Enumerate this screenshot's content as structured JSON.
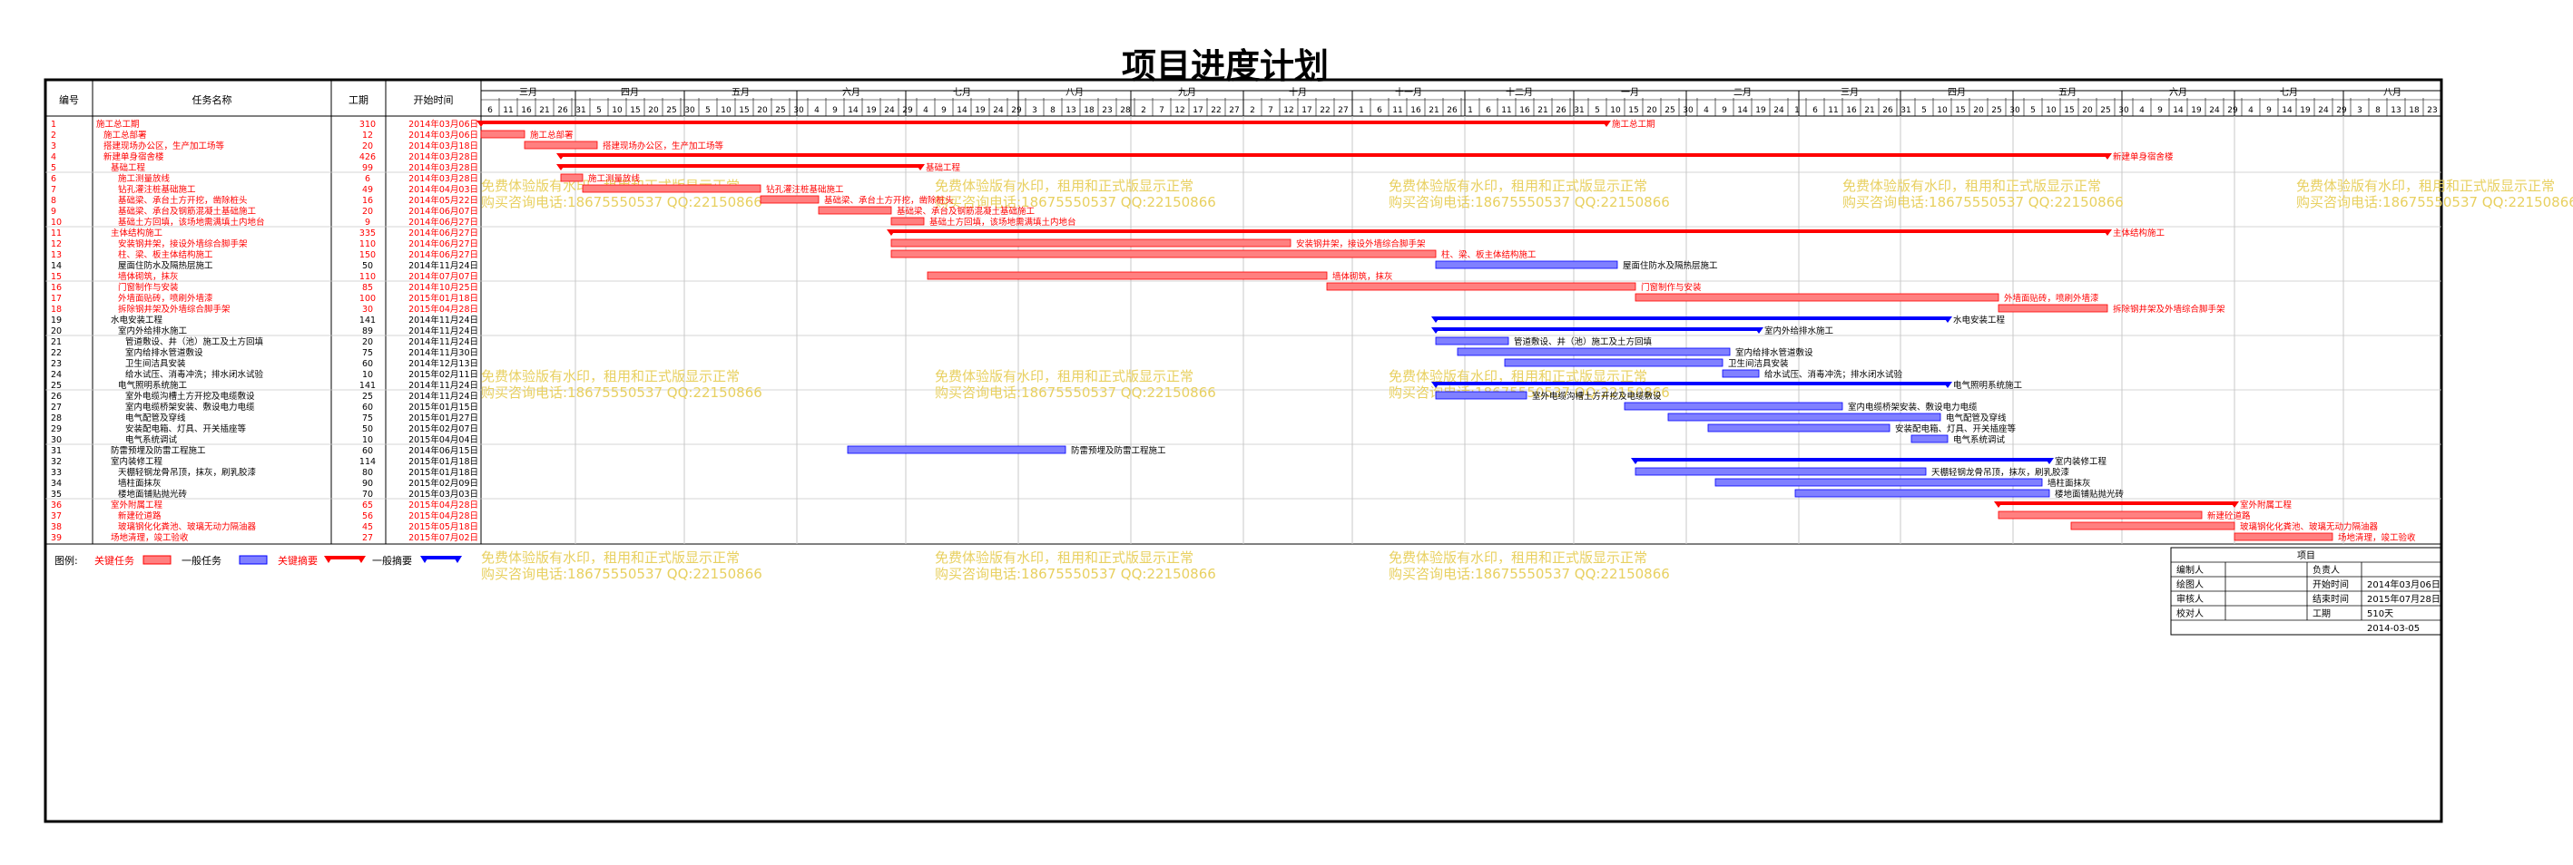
{
  "title": "项目进度计划",
  "watermark": {
    "line1": "免费体验版有水印，租用和正式版显示正常",
    "line2": "购买咨询电话:18675550537 QQ:22150866"
  },
  "headers": {
    "id": "编号",
    "name": "任务名称",
    "duration": "工期",
    "start": "开始时间"
  },
  "timeline": {
    "months": [
      "三月",
      "四月",
      "五月",
      "六月",
      "七月",
      "八月",
      "九月",
      "十月",
      "十一月",
      "十二月",
      "一月",
      "二月",
      "三月",
      "四月",
      "五月",
      "六月",
      "七月",
      "八月"
    ],
    "days": [
      "6",
      "11",
      "16",
      "21",
      "26",
      "31",
      "5",
      "10",
      "15",
      "20",
      "25",
      "30",
      "5",
      "10",
      "15",
      "20",
      "25",
      "30",
      "4",
      "9",
      "14",
      "19",
      "24",
      "29",
      "4",
      "9",
      "14",
      "19",
      "24",
      "29",
      "3",
      "8",
      "13",
      "18",
      "23",
      "28",
      "2",
      "7",
      "12",
      "17",
      "22",
      "27",
      "2",
      "7",
      "12",
      "17",
      "22",
      "27",
      "1",
      "6",
      "11",
      "16",
      "21",
      "26",
      "1",
      "6",
      "11",
      "16",
      "21",
      "26",
      "31",
      "5",
      "10",
      "15",
      "20",
      "25",
      "30",
      "4",
      "9",
      "14",
      "19",
      "24",
      "1",
      "6",
      "11",
      "16",
      "21",
      "26",
      "31",
      "5",
      "10",
      "15",
      "20",
      "25",
      "30",
      "5",
      "10",
      "15",
      "20",
      "25",
      "30",
      "4",
      "9",
      "14",
      "19",
      "24",
      "29",
      "4",
      "9",
      "14",
      "19",
      "24",
      "29",
      "3",
      "8",
      "13",
      "18",
      "23"
    ]
  },
  "colors": {
    "critical": "#ff0000",
    "critical_fill": "#ff8080",
    "normal": "#0000ff",
    "normal_fill": "#8080ff"
  },
  "chart_data": {
    "type": "gantt",
    "start_date": "2014-03-06",
    "tasks": [
      {
        "id": "1",
        "name": "施工总工期",
        "duration": "310",
        "start": "2014年03月06日",
        "level": 0,
        "kind": "summary",
        "critical": true,
        "s": 0,
        "d": 310
      },
      {
        "id": "2",
        "name": "施工总部署",
        "duration": "12",
        "start": "2014年03月06日",
        "level": 1,
        "kind": "task",
        "critical": true,
        "s": 0,
        "d": 12
      },
      {
        "id": "3",
        "name": "搭建现场办公区，生产加工场等",
        "duration": "20",
        "start": "2014年03月18日",
        "level": 1,
        "kind": "task",
        "critical": true,
        "s": 12,
        "d": 20
      },
      {
        "id": "4",
        "name": "新建单身宿舍楼",
        "duration": "426",
        "start": "2014年03月28日",
        "level": 1,
        "kind": "summary",
        "critical": true,
        "s": 22,
        "d": 426
      },
      {
        "id": "5",
        "name": "基础工程",
        "duration": "99",
        "start": "2014年03月28日",
        "level": 2,
        "kind": "summary",
        "critical": true,
        "s": 22,
        "d": 99
      },
      {
        "id": "6",
        "name": "施工测量放线",
        "duration": "6",
        "start": "2014年03月28日",
        "level": 3,
        "kind": "task",
        "critical": true,
        "s": 22,
        "d": 6
      },
      {
        "id": "7",
        "name": "钻孔灌注桩基础施工",
        "duration": "49",
        "start": "2014年04月03日",
        "level": 3,
        "kind": "task",
        "critical": true,
        "s": 28,
        "d": 49
      },
      {
        "id": "8",
        "name": "基础梁、承台土方开挖，凿除桩头",
        "duration": "16",
        "start": "2014年05月22日",
        "level": 3,
        "kind": "task",
        "critical": true,
        "s": 77,
        "d": 16
      },
      {
        "id": "9",
        "name": "基础梁、承台及钢筋混凝土基础施工",
        "duration": "20",
        "start": "2014年06月07日",
        "level": 3,
        "kind": "task",
        "critical": true,
        "s": 93,
        "d": 20
      },
      {
        "id": "10",
        "name": "基础土方回填，该场地需满填土内地台",
        "duration": "9",
        "start": "2014年06月27日",
        "level": 3,
        "kind": "task",
        "critical": true,
        "s": 113,
        "d": 9
      },
      {
        "id": "11",
        "name": "主体结构施工",
        "duration": "335",
        "start": "2014年06月27日",
        "level": 2,
        "kind": "summary",
        "critical": true,
        "s": 113,
        "d": 335
      },
      {
        "id": "12",
        "name": "安装钢井架，接设外墙综合脚手架",
        "duration": "110",
        "start": "2014年06月27日",
        "level": 3,
        "kind": "task",
        "critical": true,
        "s": 113,
        "d": 110
      },
      {
        "id": "13",
        "name": "柱、梁、板主体结构施工",
        "duration": "150",
        "start": "2014年06月27日",
        "level": 3,
        "kind": "task",
        "critical": true,
        "s": 113,
        "d": 150
      },
      {
        "id": "14",
        "name": "屋面住防水及隔热层施工",
        "duration": "50",
        "start": "2014年11月24日",
        "level": 3,
        "kind": "task",
        "critical": false,
        "s": 263,
        "d": 50
      },
      {
        "id": "15",
        "name": "墙体砌筑，抹灰",
        "duration": "110",
        "start": "2014年07月07日",
        "level": 3,
        "kind": "task",
        "critical": true,
        "s": 123,
        "d": 110
      },
      {
        "id": "16",
        "name": "门窗制作与安装",
        "duration": "85",
        "start": "2014年10月25日",
        "level": 3,
        "kind": "task",
        "critical": true,
        "s": 233,
        "d": 85
      },
      {
        "id": "17",
        "name": "外墙面贴砖，喷刷外墙漆",
        "duration": "100",
        "start": "2015年01月18日",
        "level": 3,
        "kind": "task",
        "critical": true,
        "s": 318,
        "d": 100
      },
      {
        "id": "18",
        "name": "拆除钢井架及外墙综合脚手架",
        "duration": "30",
        "start": "2015年04月28日",
        "level": 3,
        "kind": "task",
        "critical": true,
        "s": 418,
        "d": 30
      },
      {
        "id": "19",
        "name": "水电安装工程",
        "duration": "141",
        "start": "2014年11月24日",
        "level": 2,
        "kind": "summary",
        "critical": false,
        "s": 263,
        "d": 141
      },
      {
        "id": "20",
        "name": "室内外给排水施工",
        "duration": "89",
        "start": "2014年11月24日",
        "level": 3,
        "kind": "summary",
        "critical": false,
        "s": 263,
        "d": 89
      },
      {
        "id": "21",
        "name": "管道敷设、井（池）施工及土方回填",
        "duration": "20",
        "start": "2014年11月24日",
        "level": 4,
        "kind": "task",
        "critical": false,
        "s": 263,
        "d": 20
      },
      {
        "id": "22",
        "name": "室内给排水管道敷设",
        "duration": "75",
        "start": "2014年11月30日",
        "level": 4,
        "kind": "task",
        "critical": false,
        "s": 269,
        "d": 75
      },
      {
        "id": "23",
        "name": "卫生间洁具安装",
        "duration": "60",
        "start": "2014年12月13日",
        "level": 4,
        "kind": "task",
        "critical": false,
        "s": 282,
        "d": 60
      },
      {
        "id": "24",
        "name": "给水试压、消毒冲洗；排水闭水试验",
        "duration": "10",
        "start": "2015年02月11日",
        "level": 4,
        "kind": "task",
        "critical": false,
        "s": 342,
        "d": 10
      },
      {
        "id": "25",
        "name": "电气照明系统施工",
        "duration": "141",
        "start": "2014年11月24日",
        "level": 3,
        "kind": "summary",
        "critical": false,
        "s": 263,
        "d": 141
      },
      {
        "id": "26",
        "name": "室外电缆沟槽土方开挖及电缆敷设",
        "duration": "25",
        "start": "2014年11月24日",
        "level": 4,
        "kind": "task",
        "critical": false,
        "s": 263,
        "d": 25
      },
      {
        "id": "27",
        "name": "室内电缆桥架安装、敷设电力电缆",
        "duration": "60",
        "start": "2015年01月15日",
        "level": 4,
        "kind": "task",
        "critical": false,
        "s": 315,
        "d": 60
      },
      {
        "id": "28",
        "name": "电气配管及穿线",
        "duration": "75",
        "start": "2015年01月27日",
        "level": 4,
        "kind": "task",
        "critical": false,
        "s": 327,
        "d": 75
      },
      {
        "id": "29",
        "name": "安装配电箱、灯具、开关插座等",
        "duration": "50",
        "start": "2015年02月07日",
        "level": 4,
        "kind": "task",
        "critical": false,
        "s": 338,
        "d": 50
      },
      {
        "id": "30",
        "name": "电气系统调试",
        "duration": "10",
        "start": "2015年04月04日",
        "level": 4,
        "kind": "task",
        "critical": false,
        "s": 394,
        "d": 10
      },
      {
        "id": "31",
        "name": "防雷预埋及防雷工程施工",
        "duration": "60",
        "start": "2014年06月15日",
        "level": 2,
        "kind": "task",
        "critical": false,
        "s": 101,
        "d": 60
      },
      {
        "id": "32",
        "name": "室内装修工程",
        "duration": "114",
        "start": "2015年01月18日",
        "level": 2,
        "kind": "summary",
        "critical": false,
        "s": 318,
        "d": 114
      },
      {
        "id": "33",
        "name": "天棚轻钢龙骨吊顶，抹灰，刷乳胶漆",
        "duration": "80",
        "start": "2015年01月18日",
        "level": 3,
        "kind": "task",
        "critical": false,
        "s": 318,
        "d": 80
      },
      {
        "id": "34",
        "name": "墙柱面抹灰",
        "duration": "90",
        "start": "2015年02月09日",
        "level": 3,
        "kind": "task",
        "critical": false,
        "s": 340,
        "d": 90
      },
      {
        "id": "35",
        "name": "楼地面铺贴抛光砖",
        "duration": "70",
        "start": "2015年03月03日",
        "level": 3,
        "kind": "task",
        "critical": false,
        "s": 362,
        "d": 70
      },
      {
        "id": "36",
        "name": "室外附属工程",
        "duration": "65",
        "start": "2015年04月28日",
        "level": 2,
        "kind": "summary",
        "critical": true,
        "s": 418,
        "d": 65
      },
      {
        "id": "37",
        "name": "新建砼道路",
        "duration": "56",
        "start": "2015年04月28日",
        "level": 3,
        "kind": "task",
        "critical": true,
        "s": 418,
        "d": 56
      },
      {
        "id": "38",
        "name": "玻璃钢化化粪池、玻璃无动力隔油器",
        "duration": "45",
        "start": "2015年05月18日",
        "level": 3,
        "kind": "task",
        "critical": true,
        "s": 438,
        "d": 45
      },
      {
        "id": "39",
        "name": "场地清理，竣工验收",
        "duration": "27",
        "start": "2015年07月02日",
        "level": 2,
        "kind": "task",
        "critical": true,
        "s": 483,
        "d": 27
      }
    ]
  },
  "legend": {
    "label": "图例:",
    "critical_task": "关键任务",
    "normal_task": "一般任务",
    "critical_summary": "关键摘要",
    "normal_summary": "一般摘要"
  },
  "info": {
    "heading": "项目",
    "rows": [
      [
        "编制人",
        "",
        "负责人",
        ""
      ],
      [
        "绘图人",
        "",
        "开始时间",
        "2014年03月06日"
      ],
      [
        "审核人",
        "",
        "结束时间",
        "2015年07月28日"
      ],
      [
        "校对人",
        "",
        "工期",
        "510天"
      ]
    ],
    "date": "2014-03-05"
  }
}
